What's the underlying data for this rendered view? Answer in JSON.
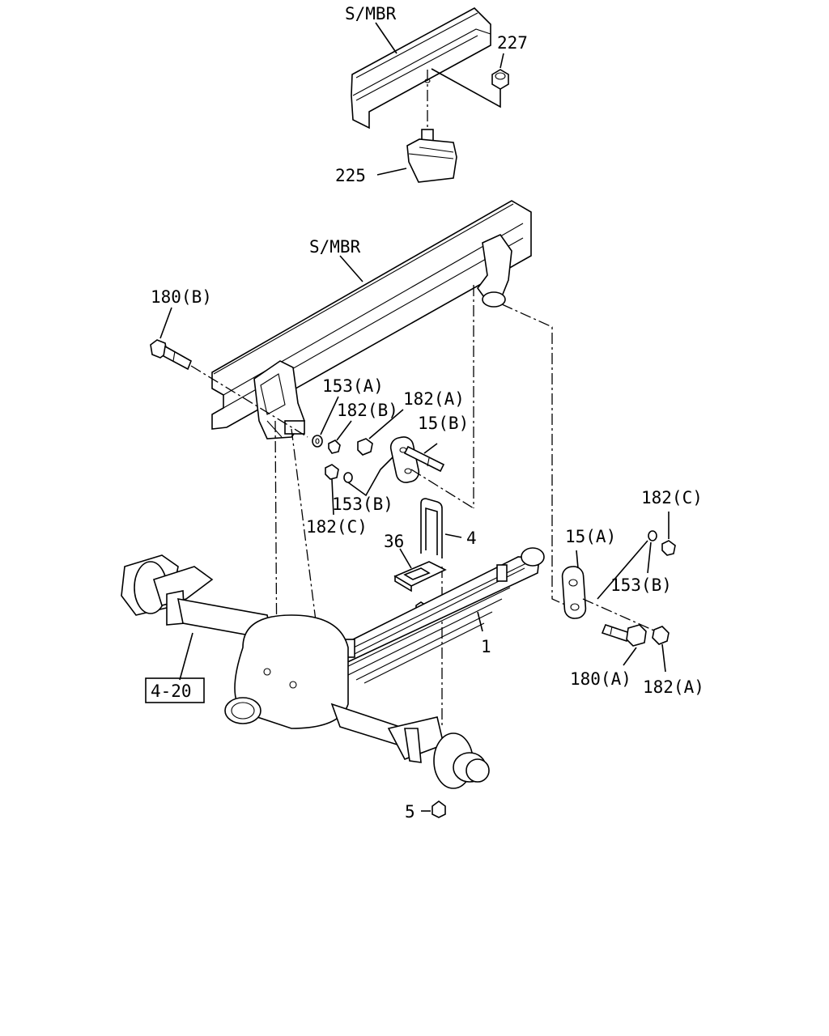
{
  "diagram": {
    "labels": {
      "s_mbr_top": "S/MBR",
      "p227": "227",
      "p225": "225",
      "s_mbr_main": "S/MBR",
      "p180b": "180(B)",
      "p153a": "153(A)",
      "p182b": "182(B)",
      "p182a_top": "182(A)",
      "p15b": "15(B)",
      "p153b_left": "153(B)",
      "p182c_left": "182(C)",
      "p182c_right": "182(C)",
      "p4": "4",
      "p36": "36",
      "p15a": "15(A)",
      "p153b_right": "153(B)",
      "p1": "1",
      "p180a": "180(A)",
      "p182a_bottom": "182(A)",
      "ref_4_20": "4-20",
      "p5": "5"
    }
  }
}
